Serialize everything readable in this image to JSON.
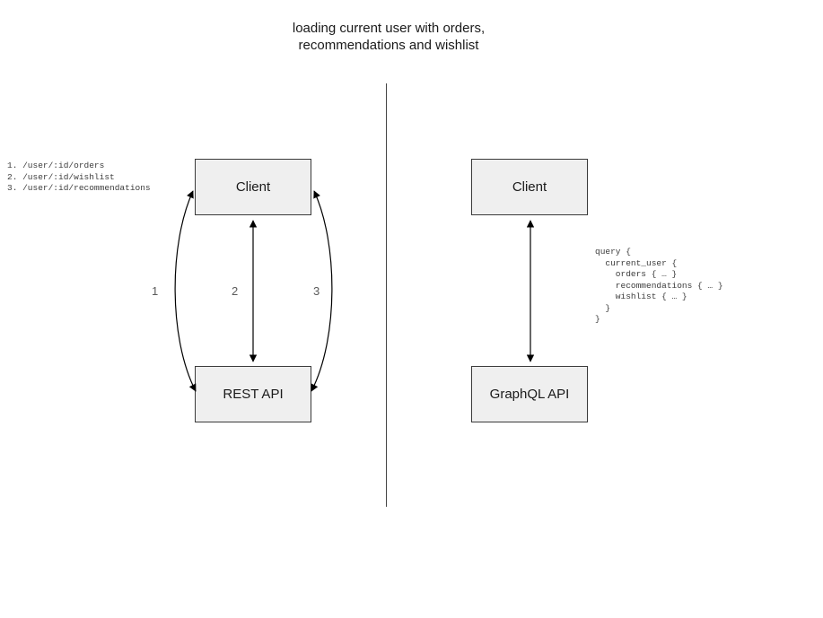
{
  "title": "loading current user with orders,\nrecommendations and wishlist",
  "left_panel": {
    "endpoints": "1. /user/:id/orders\n2. /user/:id/wishlist\n3. /user/:id/recommendations",
    "client_label": "Client",
    "api_label": "REST API",
    "arrow_labels": {
      "first": "1",
      "second": "2",
      "third": "3"
    }
  },
  "right_panel": {
    "client_label": "Client",
    "api_label": "GraphQL API",
    "query": "query {\n  current_user {\n    orders { … }\n    recommendations { … }\n    wishlist { … }\n  }\n}"
  },
  "colors": {
    "box_fill": "#efefef",
    "box_border": "#3a3a3a",
    "arrow_line": "#000000",
    "muted_text": "#5a5a5a"
  }
}
